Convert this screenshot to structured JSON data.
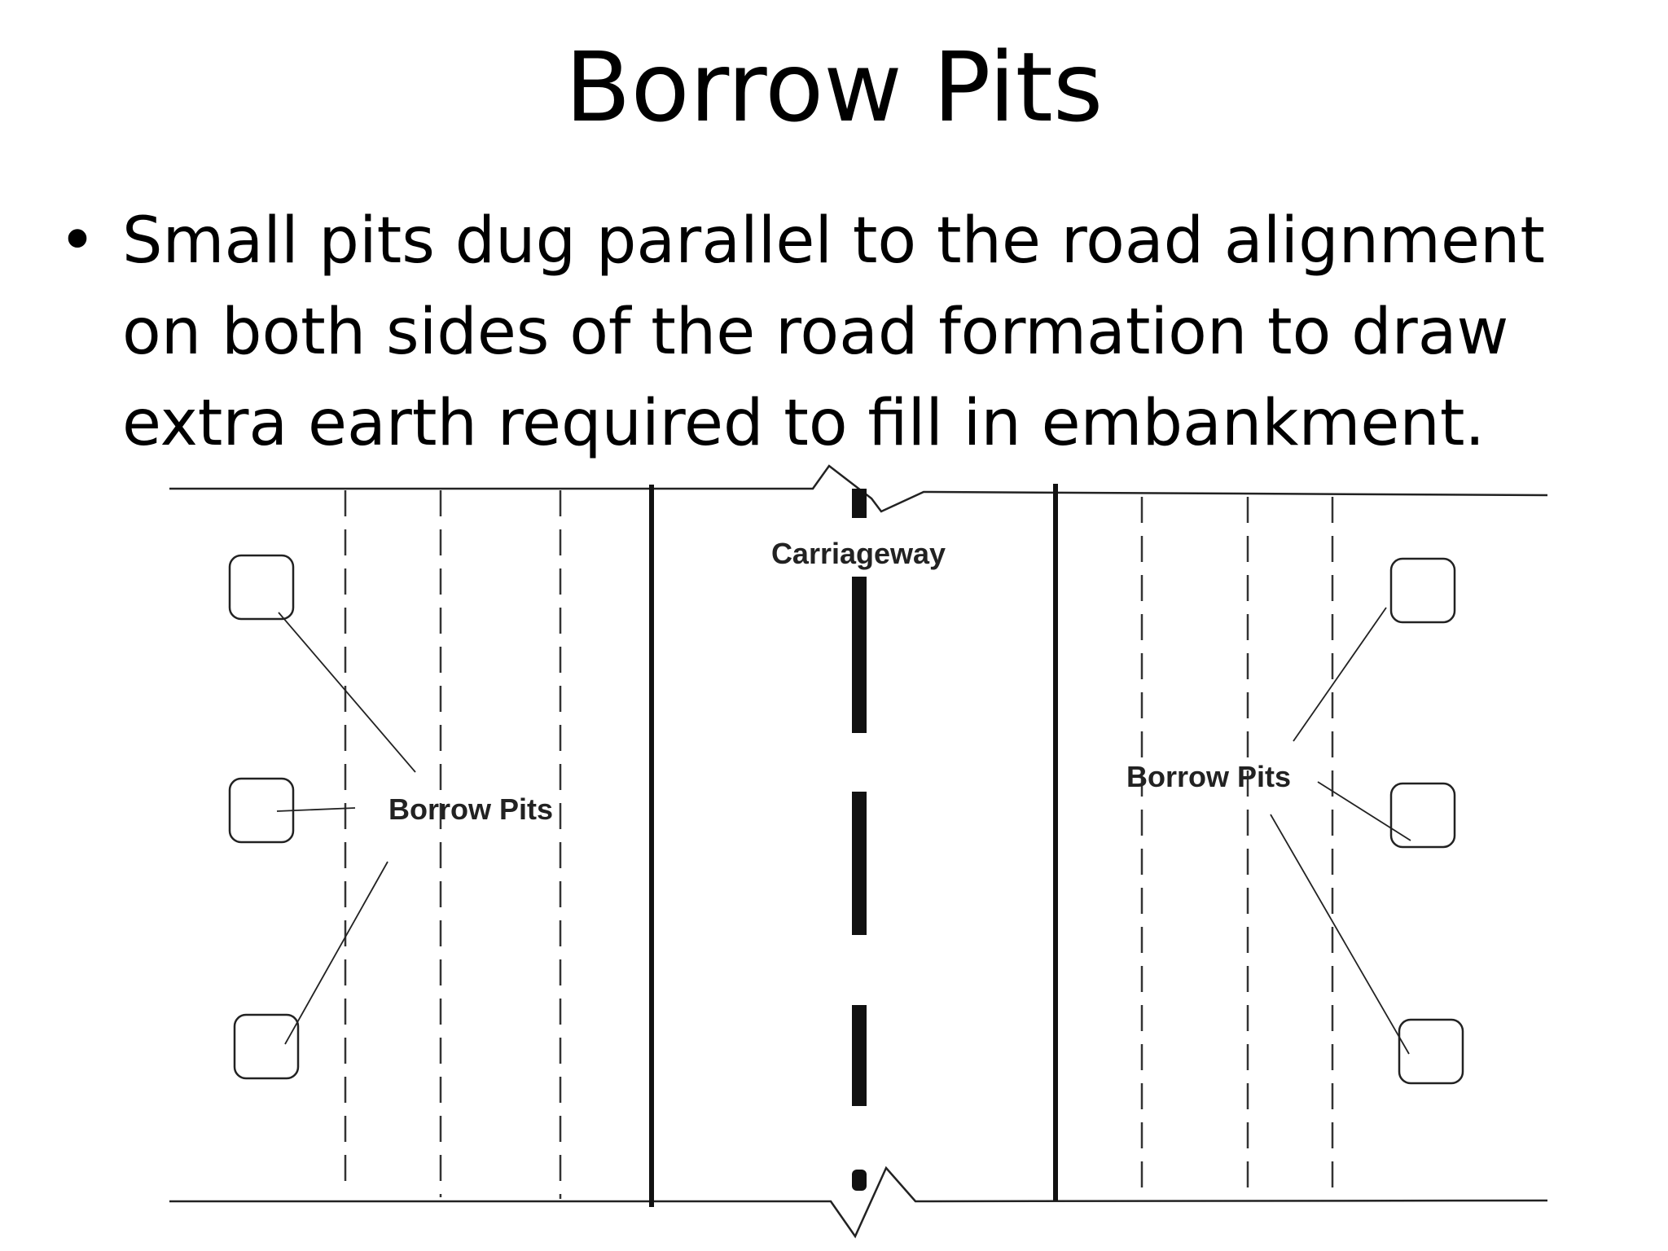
{
  "title": "Borrow Pits",
  "bullet": {
    "lines": [
      "Small pits dug parallel to the road alignment",
      "on both sides of the road formation to draw",
      "extra earth required to fill in embankment."
    ]
  },
  "diagram": {
    "labels": {
      "carriageway": "Carriageway",
      "borrow_pits_left": "Borrow Pits",
      "borrow_pits_right": "Borrow Pits"
    }
  }
}
